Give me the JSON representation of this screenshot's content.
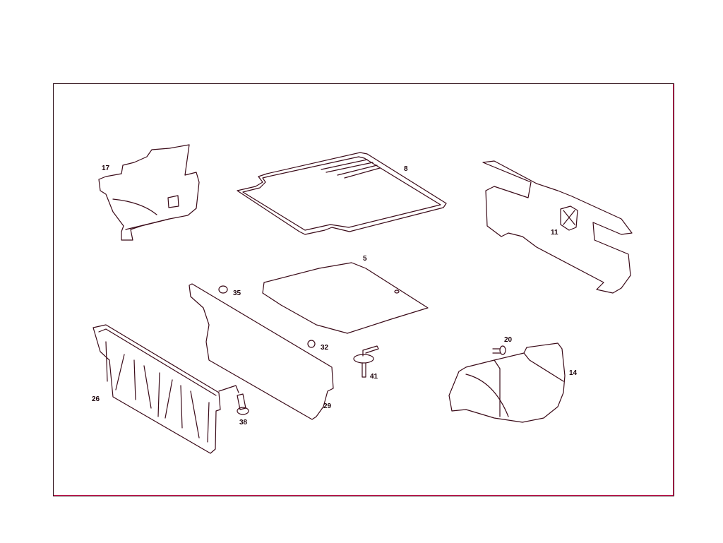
{
  "diagram": {
    "type": "exploded-parts-diagram",
    "subject": "Trunk / luggage compartment trim panels",
    "colors": {
      "line": "#3a0a18",
      "accent": "#d81e5b",
      "background": "#ffffff"
    },
    "parts": [
      {
        "id": "17",
        "label": "17",
        "description": "left side trunk trim panel"
      },
      {
        "id": "8",
        "label": "8",
        "description": "trunk floor mat / carpet frame"
      },
      {
        "id": "11",
        "label": "11",
        "description": "right rear trunk side lining with vent"
      },
      {
        "id": "5",
        "label": "5",
        "description": "trunk floor cover panel"
      },
      {
        "id": "35",
        "label": "35",
        "description": "clip"
      },
      {
        "id": "32",
        "label": "32",
        "description": "clip"
      },
      {
        "id": "29",
        "label": "29",
        "description": "rear partition trim panel"
      },
      {
        "id": "41",
        "label": "41",
        "description": "spare wheel hold-down bolt"
      },
      {
        "id": "26",
        "label": "26",
        "description": "rear wall trim panel"
      },
      {
        "id": "38",
        "label": "38",
        "description": "bolt"
      },
      {
        "id": "20",
        "label": "20",
        "description": "expanding rivet"
      },
      {
        "id": "14",
        "label": "14",
        "description": "right wheel house trim panel"
      }
    ]
  }
}
